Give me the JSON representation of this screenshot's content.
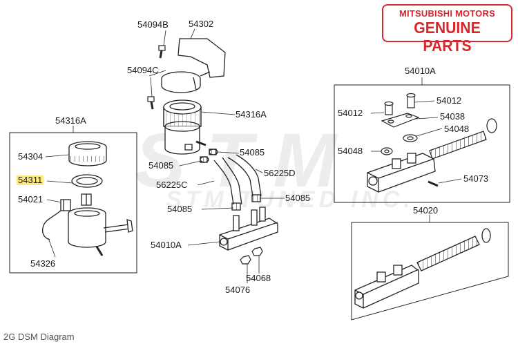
{
  "badge": {
    "line1": "MITSUBISHI MOTORS",
    "line2": "GENUINE PARTS",
    "color": "#d8262c"
  },
  "watermark": {
    "line1": "STM",
    "line2": "STM TUNED INC.",
    "color": "#e6e6e6"
  },
  "caption": "2G DSM Diagram",
  "highlight_color": "#ffe97a",
  "labels": {
    "l_54094b": "54094B",
    "l_54302": "54302",
    "l_54094c": "54094C",
    "l_54316a_mid": "54316A",
    "l_54316a_left": "54316A",
    "l_54304": "54304",
    "l_54311": "54311",
    "l_54021": "54021",
    "l_54326": "54326",
    "l_54085_a": "54085",
    "l_54085_b": "54085",
    "l_56225d": "56225D",
    "l_56225c": "56225C",
    "l_54085_c": "54085",
    "l_54085_d": "54085",
    "l_54010a_mid": "54010A",
    "l_54068": "54068",
    "l_54076": "54076",
    "l_54010a_right": "54010A",
    "l_54012_a": "54012",
    "l_54012_b": "54012",
    "l_54038": "54038",
    "l_54048_a": "54048",
    "l_54048_b": "54048",
    "l_54073": "54073",
    "l_54020": "54020"
  }
}
